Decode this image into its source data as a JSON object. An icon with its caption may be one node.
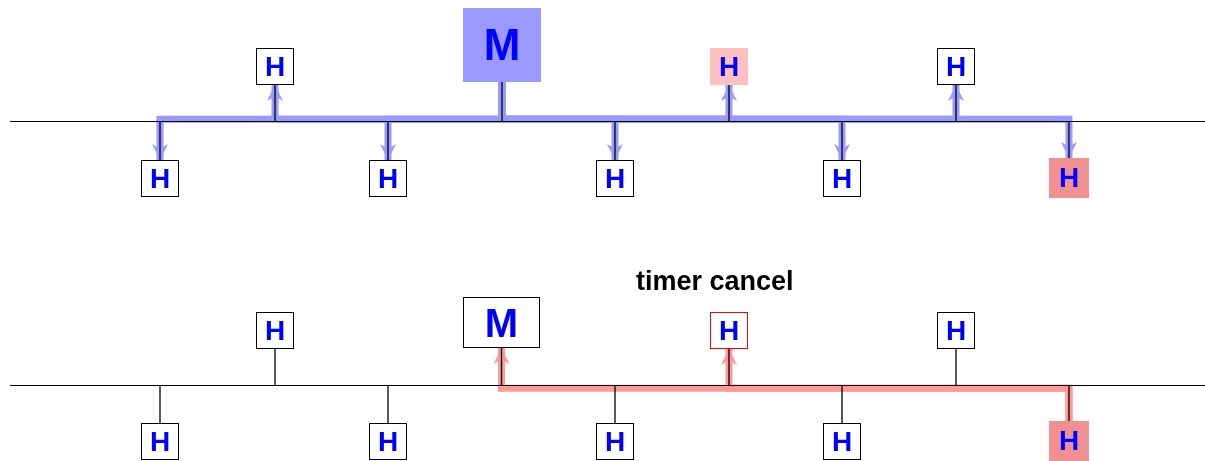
{
  "diagram": {
    "nodes": [
      {
        "text": [
          "M"
        ]
      },
      {
        "text": [
          "H"
        ]
      },
      {
        "text": [
          "H"
        ]
      },
      {
        "text": [
          "H"
        ]
      },
      {
        "text": [],
        "shape": "bar"
      },
      {
        "text": [
          "H"
        ]
      },
      {
        "text": [
          "H"
        ]
      },
      {
        "text": [
          "H"
        ]
      },
      {
        "text": [
          "H"
        ]
      },
      {
        "text": [
          "H"
        ]
      },
      {
        "text": [
          "M"
        ]
      },
      {
        "text": [
          "H"
        ]
      },
      {
        "text": [
          "H"
        ]
      },
      {
        "text": [
          "H"
        ]
      },
      {
        "text": [],
        "shape": "bar"
      },
      {
        "text": [
          "H"
        ]
      },
      {
        "text": [
          "H"
        ]
      },
      {
        "text": [
          "H"
        ]
      },
      {
        "text": [
          "H"
        ]
      },
      {
        "text": [
          "H"
        ]
      }
    ],
    "edges": [
      {
        "from": 0,
        "to": 5,
        "arrow": "to",
        "style": "thick",
        "color": "#9999ff"
      },
      {
        "from": 0,
        "to": 1,
        "arrow": "to",
        "style": "thick",
        "color": "#9999ff"
      },
      {
        "from": 0,
        "to": 6,
        "arrow": "to",
        "style": "thick",
        "color": "#9999ff"
      },
      {
        "from": 0,
        "to": 7,
        "arrow": "to",
        "style": "thick",
        "color": "#9999ff"
      },
      {
        "from": 0,
        "to": 2,
        "arrow": "to",
        "style": "thick",
        "color": "#9999ff"
      },
      {
        "from": 0,
        "to": 8,
        "arrow": "to",
        "style": "thick",
        "color": "#9999ff"
      },
      {
        "from": 0,
        "to": 3,
        "arrow": "to",
        "style": "thick",
        "color": "#9999ff"
      },
      {
        "from": 0,
        "to": 9,
        "arrow": "to",
        "style": "thick",
        "color": "#9999ff"
      },
      {
        "from": 0,
        "to": 4,
        "arrow": "none"
      },
      {
        "from": 1,
        "to": 4,
        "arrow": "none"
      },
      {
        "from": 2,
        "to": 4,
        "arrow": "none"
      },
      {
        "from": 3,
        "to": 4,
        "arrow": "none"
      },
      {
        "from": 5,
        "to": 4,
        "arrow": "none"
      },
      {
        "from": 6,
        "to": 4,
        "arrow": "none"
      },
      {
        "from": 7,
        "to": 4,
        "arrow": "none"
      },
      {
        "from": 8,
        "to": 4,
        "arrow": "none"
      },
      {
        "from": 9,
        "to": 4,
        "arrow": "none"
      },
      {
        "from": 19,
        "to": 10,
        "arrow": "to",
        "style": "thick",
        "color": "#ff9999"
      },
      {
        "from": 19,
        "to": 12,
        "arrow": "to",
        "style": "thick",
        "color": "#ff9999"
      },
      {
        "from": 10,
        "to": 14,
        "arrow": "none"
      },
      {
        "from": 11,
        "to": 14,
        "arrow": "none"
      },
      {
        "from": 12,
        "to": 14,
        "arrow": "none"
      },
      {
        "from": 13,
        "to": 14,
        "arrow": "none"
      },
      {
        "from": 15,
        "to": 14,
        "arrow": "none"
      },
      {
        "from": 16,
        "to": 14,
        "arrow": "none"
      },
      {
        "from": 17,
        "to": 14,
        "arrow": "none"
      },
      {
        "from": 18,
        "to": 14,
        "arrow": "none"
      },
      {
        "from": 19,
        "to": 14,
        "arrow": "none"
      }
    ],
    "labels": [
      "timer cancel"
    ]
  }
}
